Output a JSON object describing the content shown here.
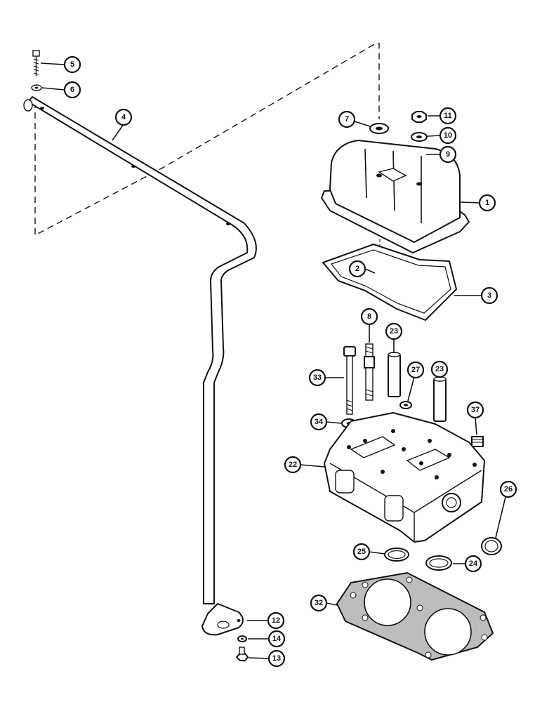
{
  "callouts": [
    {
      "id": "c1",
      "label": "1"
    },
    {
      "id": "c2",
      "label": "2"
    },
    {
      "id": "c3",
      "label": "3"
    },
    {
      "id": "c4",
      "label": "4"
    },
    {
      "id": "c5",
      "label": "5"
    },
    {
      "id": "c6",
      "label": "6"
    },
    {
      "id": "c7",
      "label": "7"
    },
    {
      "id": "c8",
      "label": "8"
    },
    {
      "id": "c9",
      "label": "9"
    },
    {
      "id": "c10",
      "label": "10"
    },
    {
      "id": "c11",
      "label": "11"
    },
    {
      "id": "c12",
      "label": "12"
    },
    {
      "id": "c13",
      "label": "13"
    },
    {
      "id": "c14",
      "label": "14"
    },
    {
      "id": "c22",
      "label": "22"
    },
    {
      "id": "c23a",
      "label": "23"
    },
    {
      "id": "c23b",
      "label": "23"
    },
    {
      "id": "c24",
      "label": "24"
    },
    {
      "id": "c25",
      "label": "25"
    },
    {
      "id": "c26",
      "label": "26"
    },
    {
      "id": "c27",
      "label": "27"
    },
    {
      "id": "c32",
      "label": "32"
    },
    {
      "id": "c33",
      "label": "33"
    },
    {
      "id": "c34",
      "label": "34"
    },
    {
      "id": "c37",
      "label": "37"
    }
  ]
}
